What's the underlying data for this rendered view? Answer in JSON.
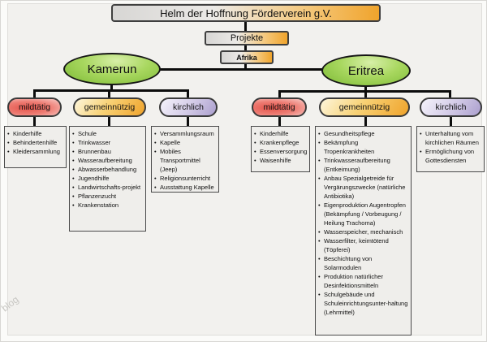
{
  "watermark": "blog",
  "tree": {
    "root": "Helm der Hoffnung Förderverein g.V.",
    "projects": "Projekte",
    "region": "Afrika",
    "branches": [
      {
        "country": "Kamerun",
        "categories": [
          {
            "label": "mildtätig",
            "items": [
              "Kinderhilfe",
              "Behindertenhilfe",
              "Kleidersammlung"
            ]
          },
          {
            "label": "gemeinnützig",
            "items": [
              "Schule",
              "Trinkwasser",
              "Brunnenbau",
              "Wasseraufbereitung",
              "Abwasserbehandlung",
              "Jugendhilfe",
              "Landwirtschafts-projekt",
              "Pflanzenzucht",
              "Krankenstation"
            ]
          },
          {
            "label": "kirchlich",
            "items": [
              "Versammlungsraum",
              "Kapelle",
              "Mobiles Transportmittel (Jeep)",
              "Religionsunterricht",
              "Ausstattung Kapelle"
            ]
          }
        ]
      },
      {
        "country": "Eritrea",
        "categories": [
          {
            "label": "mildtätig",
            "items": [
              "Kinderhilfe",
              "Krankenpflege",
              "Essenversorgung",
              "Waisenhilfe"
            ]
          },
          {
            "label": "gemeinnützig",
            "items": [
              "Gesundheitspflege",
              "Bekämpfung Tropenkrankheiten",
              "Trinkwasseraufbereitung (Entkeimung)",
              "Anbau Spezialgetreide für Vergärungszwecke (natürliche Antibiotika)",
              "Eigenproduktion Augentropfen (Bekämpfung / Vorbeugung / Heilung Trachoma)",
              "Wasserspeicher, mechanisch",
              "Wasserfilter, keimtötend (Töpferei)",
              "Beschichtung von Solarmodulen",
              "Produktion natürlicher Desinfektionsmitteln",
              "Schulgebäude und Schuleinrichtungsunter-haltung (Lehrmittel)"
            ]
          },
          {
            "label": "kirchlich",
            "items": [
              "Unterhaltung vom kirchlichen Räumen",
              "Ermöglichung von Gottesdiensten"
            ]
          }
        ]
      }
    ]
  },
  "colors": {
    "mild_accent": "#e4544b",
    "gemeinnuetzig_accent": "#efa32b",
    "kirchlich_accent": "#ab9fce",
    "country_green": "#7cba35",
    "title_orange": "#f0a42c",
    "line_black": "#0c0c0c",
    "page_background": "#f2f1ee"
  }
}
